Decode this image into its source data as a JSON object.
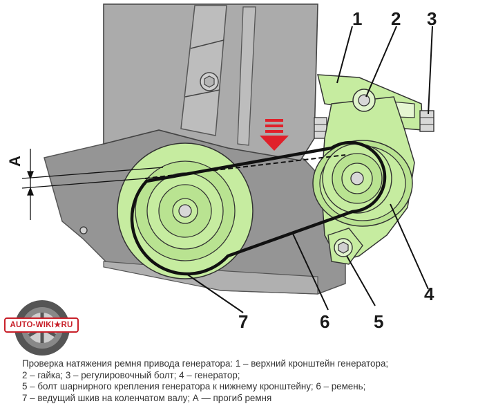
{
  "callouts": {
    "label_1": "1",
    "label_2": "2",
    "label_3": "3",
    "label_4": "4",
    "label_5": "5",
    "label_6": "6",
    "label_7": "7",
    "label_a": "A"
  },
  "logo": {
    "text": "AUTO-WIKI★RU",
    "icon": "wheel-icon"
  },
  "caption": {
    "line1": "Проверка натяжения ремня привода генератора: 1 – верхний кронштейн генератора;",
    "line2": "2 – гайка; 3 – регулировочный болт; 4 – генератор;",
    "line3": "5 – болт шарнирного крепления генератора к нижнему кронштейну; 6 – ремень;",
    "line4": "7 – ведущий шкив на коленчатом валу; А — прогиб ремня"
  },
  "colors": {
    "engine_gray": "#a8a8a8",
    "engine_dark": "#8c8c8c",
    "part_green": "#c6eca0",
    "part_green_dark": "#a9d97e",
    "arrow_red": "#e0202a",
    "logo_red": "#c8202a"
  }
}
